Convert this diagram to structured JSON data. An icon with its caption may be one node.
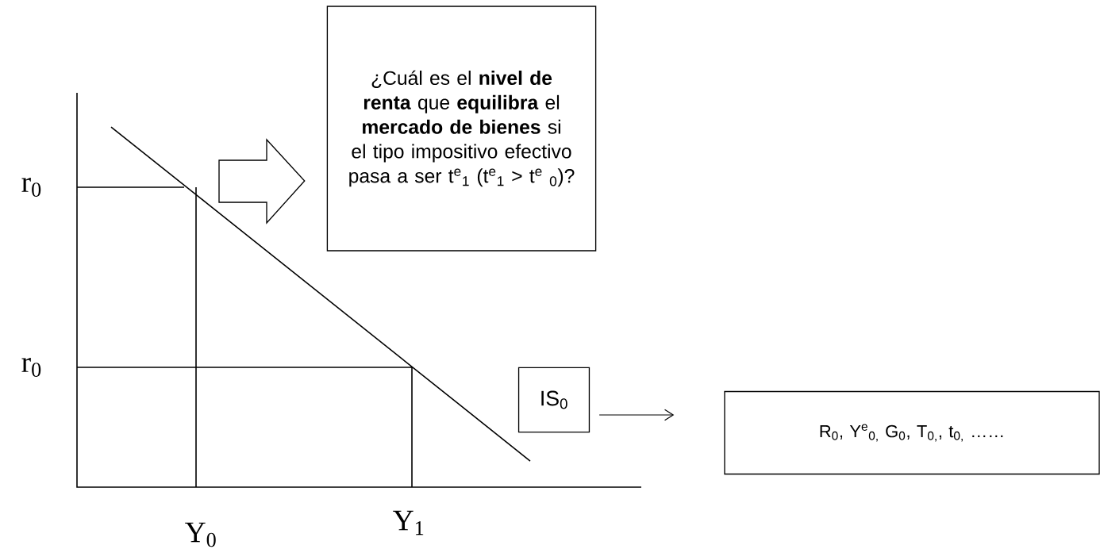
{
  "diagram": {
    "nodes": [
      {
        "text": [
          "¿Cuál es el **nivel de renta** que **equilibra** el **mercado de bienes** si el tipo impositivo efectivo pasa a ser t$^{e}$$_{1}$ (t$^{e}$$_{1}$ > t$^{e}$ $_{0}$)?"
        ]
      },
      {
        "text": [
          "IS$_{0}$"
        ]
      },
      {
        "text": [
          "R$_{0}$, Y$^{e}$$_{0,}$ G$_{0}$,  T$_{0,}$,  t$_{0,}$ ……"
        ]
      }
    ],
    "edges": [
      {
        "from": null,
        "to": 0,
        "arrow": "to",
        "style": "thick"
      },
      {
        "from": 1,
        "to": 2,
        "arrow": "to"
      }
    ],
    "labels": [
      "r$_{0}$",
      "r$_{0}$",
      "Y$_{0}$",
      "Y$_{1}$"
    ]
  }
}
